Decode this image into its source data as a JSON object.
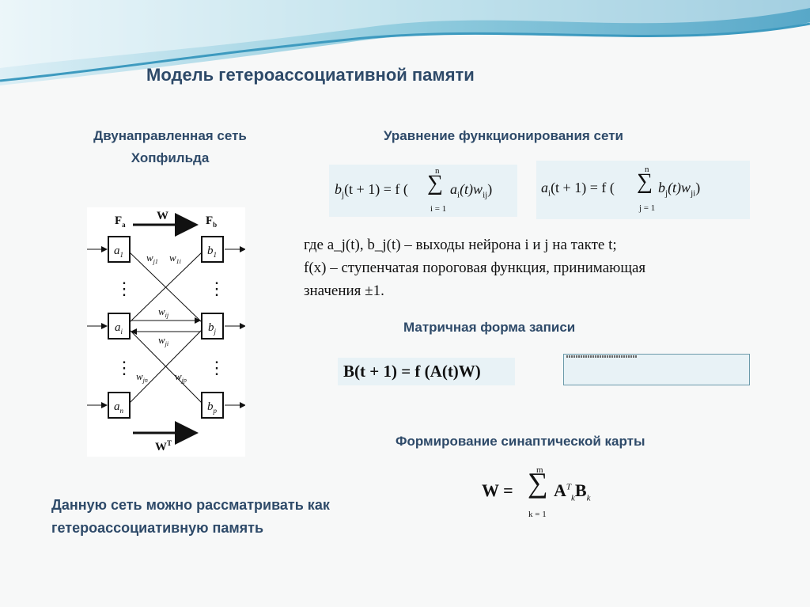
{
  "title": "Модель гетероассоциативной памяти",
  "network_title": "Двунаправленная сеть Хопфильда",
  "equation_title": "Уравнение функционирования сети",
  "equation_1": {
    "lhs": "b",
    "lhs_sub": "j",
    "argument": "(t + 1) = f (",
    "sum_top": "n",
    "sum_bottom": "i = 1",
    "term": "a",
    "term_sub": "i",
    "term_arg": "(t)w",
    "weight_sub": "ij",
    "close": ")"
  },
  "equation_2": {
    "lhs": "a",
    "lhs_sub": "i",
    "argument": "(t + 1) = f (",
    "sum_top": "n",
    "sum_bottom": "j = 1",
    "term": "b",
    "term_sub": "j",
    "term_arg": "(t)w",
    "weight_sub": "ji",
    "close": ")"
  },
  "description": {
    "line1": "где a_j(t), b_j(t) – выходы нейрона i и j на такте t;",
    "line2": "f(x) – ступенчатая пороговая функция, принимающая",
    "line3": "значения ±1."
  },
  "matrix_title": "Матричная форма записи",
  "matrix_formula": "B(t + 1) = f (A(t)W)",
  "synaptic_title": "Формирование синаптической карты",
  "synaptic_formula": {
    "lhs": "W =",
    "sum_top": "m",
    "sum_bottom": "k = 1",
    "A": "A",
    "A_sup": "T",
    "A_sub": "k",
    "B": "B",
    "B_sub": "k"
  },
  "conclusion": "Данную сеть можно рассматривать как гетероассоциативную память",
  "diagram": {
    "layer_a_label": "F",
    "layer_a_sub": "a",
    "layer_b_label": "F",
    "layer_b_sub": "b",
    "top_arrow_label": "W",
    "bottom_arrow_label": "W",
    "bottom_arrow_sup": "T",
    "neurons_a": [
      {
        "base": "a",
        "sub": "1"
      },
      {
        "base": "a",
        "sub": "i"
      },
      {
        "base": "a",
        "sub": "n"
      }
    ],
    "neurons_b": [
      {
        "base": "b",
        "sub": "1"
      },
      {
        "base": "b",
        "sub": "j"
      },
      {
        "base": "b",
        "sub": "p"
      }
    ],
    "weights": [
      {
        "base": "w",
        "sub": "j1"
      },
      {
        "base": "w",
        "sub": "1i"
      },
      {
        "base": "w",
        "sub": "ij"
      },
      {
        "base": "w",
        "sub": "ji"
      },
      {
        "base": "w",
        "sub": "jn"
      },
      {
        "base": "w",
        "sub": "jp"
      }
    ]
  },
  "colors": {
    "heading": "#2e4a69",
    "formula_background": "#e8f2f6",
    "wave": "#7fc6dc"
  }
}
